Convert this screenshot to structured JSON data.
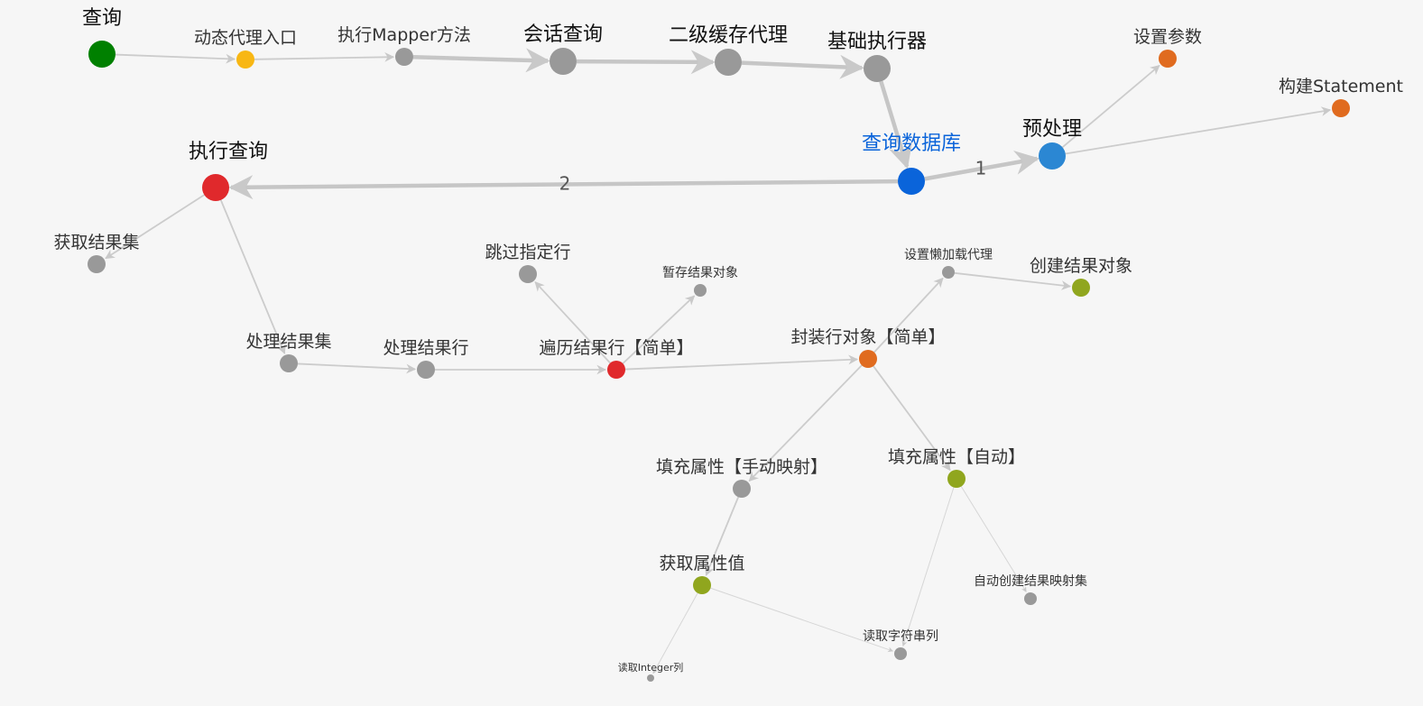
{
  "graph": {
    "nodes": [
      {
        "id": "query",
        "label": "查询",
        "color": "#008000",
        "size": "large",
        "icon": "circle-node-icon"
      },
      {
        "id": "dynamic_proxy",
        "label": "动态代理入口",
        "color": "#f8b714",
        "size": "small",
        "icon": "circle-node-icon"
      },
      {
        "id": "exec_mapper",
        "label": "执行Mapper方法",
        "color": "#999999",
        "size": "small",
        "icon": "circle-node-icon"
      },
      {
        "id": "session_query",
        "label": "会话查询",
        "color": "#999999",
        "size": "large",
        "icon": "circle-node-icon"
      },
      {
        "id": "l2_cache",
        "label": "二级缓存代理",
        "color": "#999999",
        "size": "large",
        "icon": "circle-node-icon"
      },
      {
        "id": "base_executor",
        "label": "基础执行器",
        "color": "#999999",
        "size": "large",
        "icon": "circle-node-icon"
      },
      {
        "id": "set_params",
        "label": "设置参数",
        "color": "#e06b1f",
        "size": "small",
        "icon": "circle-node-icon"
      },
      {
        "id": "build_stmt",
        "label": "构建Statement",
        "color": "#e06b1f",
        "size": "small",
        "icon": "circle-node-icon"
      },
      {
        "id": "preprocess",
        "label": "预处理",
        "color": "#2b87d3",
        "size": "large",
        "icon": "circle-node-icon"
      },
      {
        "id": "query_db",
        "label": "查询数据库",
        "color": "#0a64da",
        "size": "large",
        "icon": "circle-node-icon",
        "highlight": true
      },
      {
        "id": "exec_query",
        "label": "执行查询",
        "color": "#e0292c",
        "size": "large",
        "icon": "circle-node-icon"
      },
      {
        "id": "get_resultset",
        "label": "获取结果集",
        "color": "#999999",
        "size": "small",
        "icon": "circle-node-icon"
      },
      {
        "id": "handle_resultset",
        "label": "处理结果集",
        "color": "#999999",
        "size": "small",
        "icon": "circle-node-icon"
      },
      {
        "id": "handle_row",
        "label": "处理结果行",
        "color": "#999999",
        "size": "small",
        "icon": "circle-node-icon"
      },
      {
        "id": "skip_rows",
        "label": "跳过指定行",
        "color": "#999999",
        "size": "small",
        "icon": "circle-node-icon"
      },
      {
        "id": "temp_store",
        "label": "暂存结果对象",
        "color": "#999999",
        "size": "tiny",
        "icon": "circle-node-icon"
      },
      {
        "id": "iterate_rows",
        "label": "遍历结果行【简单】",
        "color": "#e0292c",
        "size": "small",
        "icon": "circle-node-icon"
      },
      {
        "id": "lazy_proxy",
        "label": "设置懒加载代理",
        "color": "#999999",
        "size": "tiny",
        "icon": "circle-node-icon"
      },
      {
        "id": "create_obj",
        "label": "创建结果对象",
        "color": "#90a61e",
        "size": "small",
        "icon": "circle-node-icon"
      },
      {
        "id": "wrap_row",
        "label": "封装行对象【简单】",
        "color": "#e06b1f",
        "size": "small",
        "icon": "circle-node-icon"
      },
      {
        "id": "fill_manual",
        "label": "填充属性【手动映射】",
        "color": "#999999",
        "size": "small",
        "icon": "circle-node-icon"
      },
      {
        "id": "fill_auto",
        "label": "填充属性【自动】",
        "color": "#90a61e",
        "size": "small",
        "icon": "circle-node-icon"
      },
      {
        "id": "get_prop",
        "label": "获取属性值",
        "color": "#90a61e",
        "size": "small",
        "icon": "circle-node-icon"
      },
      {
        "id": "auto_map",
        "label": "自动创建结果映射集",
        "color": "#999999",
        "size": "tiny",
        "icon": "circle-node-icon"
      },
      {
        "id": "read_str",
        "label": "读取字符串列",
        "color": "#999999",
        "size": "tiny",
        "icon": "circle-node-icon"
      },
      {
        "id": "read_int",
        "label": "读取Integer列",
        "color": "#999999",
        "size": "micro",
        "icon": "circle-node-icon"
      }
    ],
    "edges": [
      {
        "from": "query",
        "to": "dynamic_proxy",
        "weight": "thin"
      },
      {
        "from": "dynamic_proxy",
        "to": "exec_mapper",
        "weight": "thin"
      },
      {
        "from": "exec_mapper",
        "to": "session_query",
        "weight": "thick"
      },
      {
        "from": "session_query",
        "to": "l2_cache",
        "weight": "thick"
      },
      {
        "from": "l2_cache",
        "to": "base_executor",
        "weight": "thick"
      },
      {
        "from": "base_executor",
        "to": "query_db",
        "weight": "thick"
      },
      {
        "from": "query_db",
        "to": "preprocess",
        "weight": "thick",
        "label": "1"
      },
      {
        "from": "preprocess",
        "to": "set_params",
        "weight": "thin"
      },
      {
        "from": "preprocess",
        "to": "build_stmt",
        "weight": "thin"
      },
      {
        "from": "query_db",
        "to": "exec_query",
        "weight": "thick",
        "label": "2"
      },
      {
        "from": "exec_query",
        "to": "get_resultset",
        "weight": "thin"
      },
      {
        "from": "exec_query",
        "to": "handle_resultset",
        "weight": "thin"
      },
      {
        "from": "handle_resultset",
        "to": "handle_row",
        "weight": "thin"
      },
      {
        "from": "handle_row",
        "to": "iterate_rows",
        "weight": "thin"
      },
      {
        "from": "iterate_rows",
        "to": "skip_rows",
        "weight": "thin"
      },
      {
        "from": "iterate_rows",
        "to": "temp_store",
        "weight": "thin"
      },
      {
        "from": "iterate_rows",
        "to": "wrap_row",
        "weight": "thin"
      },
      {
        "from": "wrap_row",
        "to": "lazy_proxy",
        "weight": "thin"
      },
      {
        "from": "lazy_proxy",
        "to": "create_obj",
        "weight": "thin"
      },
      {
        "from": "wrap_row",
        "to": "fill_manual",
        "weight": "thin"
      },
      {
        "from": "wrap_row",
        "to": "fill_auto",
        "weight": "thin"
      },
      {
        "from": "fill_manual",
        "to": "get_prop",
        "weight": "thin"
      },
      {
        "from": "fill_auto",
        "to": "auto_map",
        "weight": "hair"
      },
      {
        "from": "fill_auto",
        "to": "read_str",
        "weight": "hair"
      },
      {
        "from": "get_prop",
        "to": "read_str",
        "weight": "hair"
      },
      {
        "from": "get_prop",
        "to": "read_int",
        "weight": "hair"
      }
    ]
  }
}
